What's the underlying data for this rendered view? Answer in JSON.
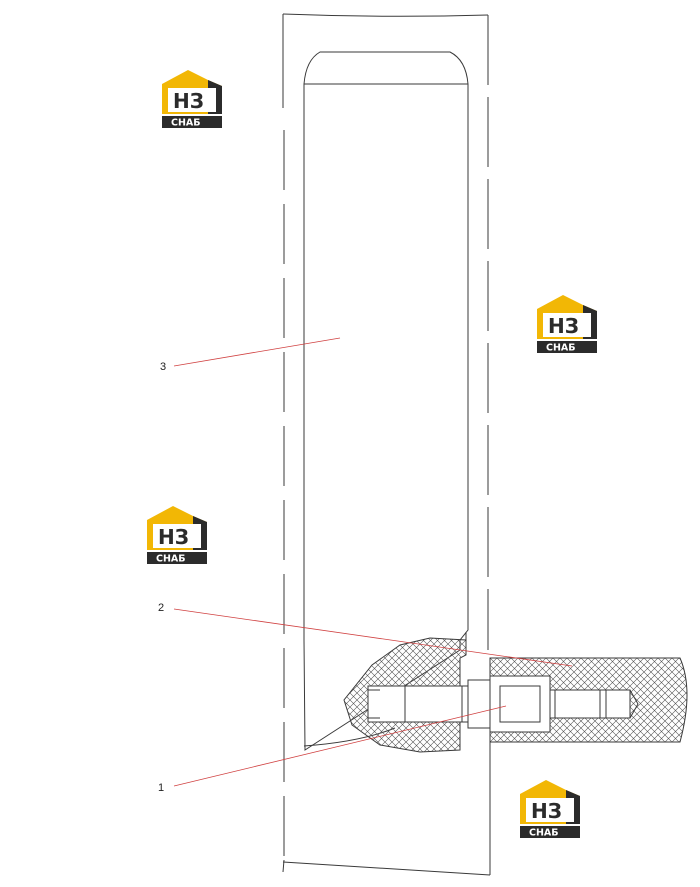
{
  "callouts": [
    {
      "label": "3"
    },
    {
      "label": "2"
    },
    {
      "label": "1"
    }
  ],
  "watermark": {
    "letters": "НЗ",
    "caption": "СНАБ",
    "accent_color": "#f2b705",
    "dark_color": "#2b2b2b",
    "count": 4
  },
  "colors": {
    "line": "#3a3a3a",
    "leader": "#d04040",
    "hatch": "#555555"
  }
}
